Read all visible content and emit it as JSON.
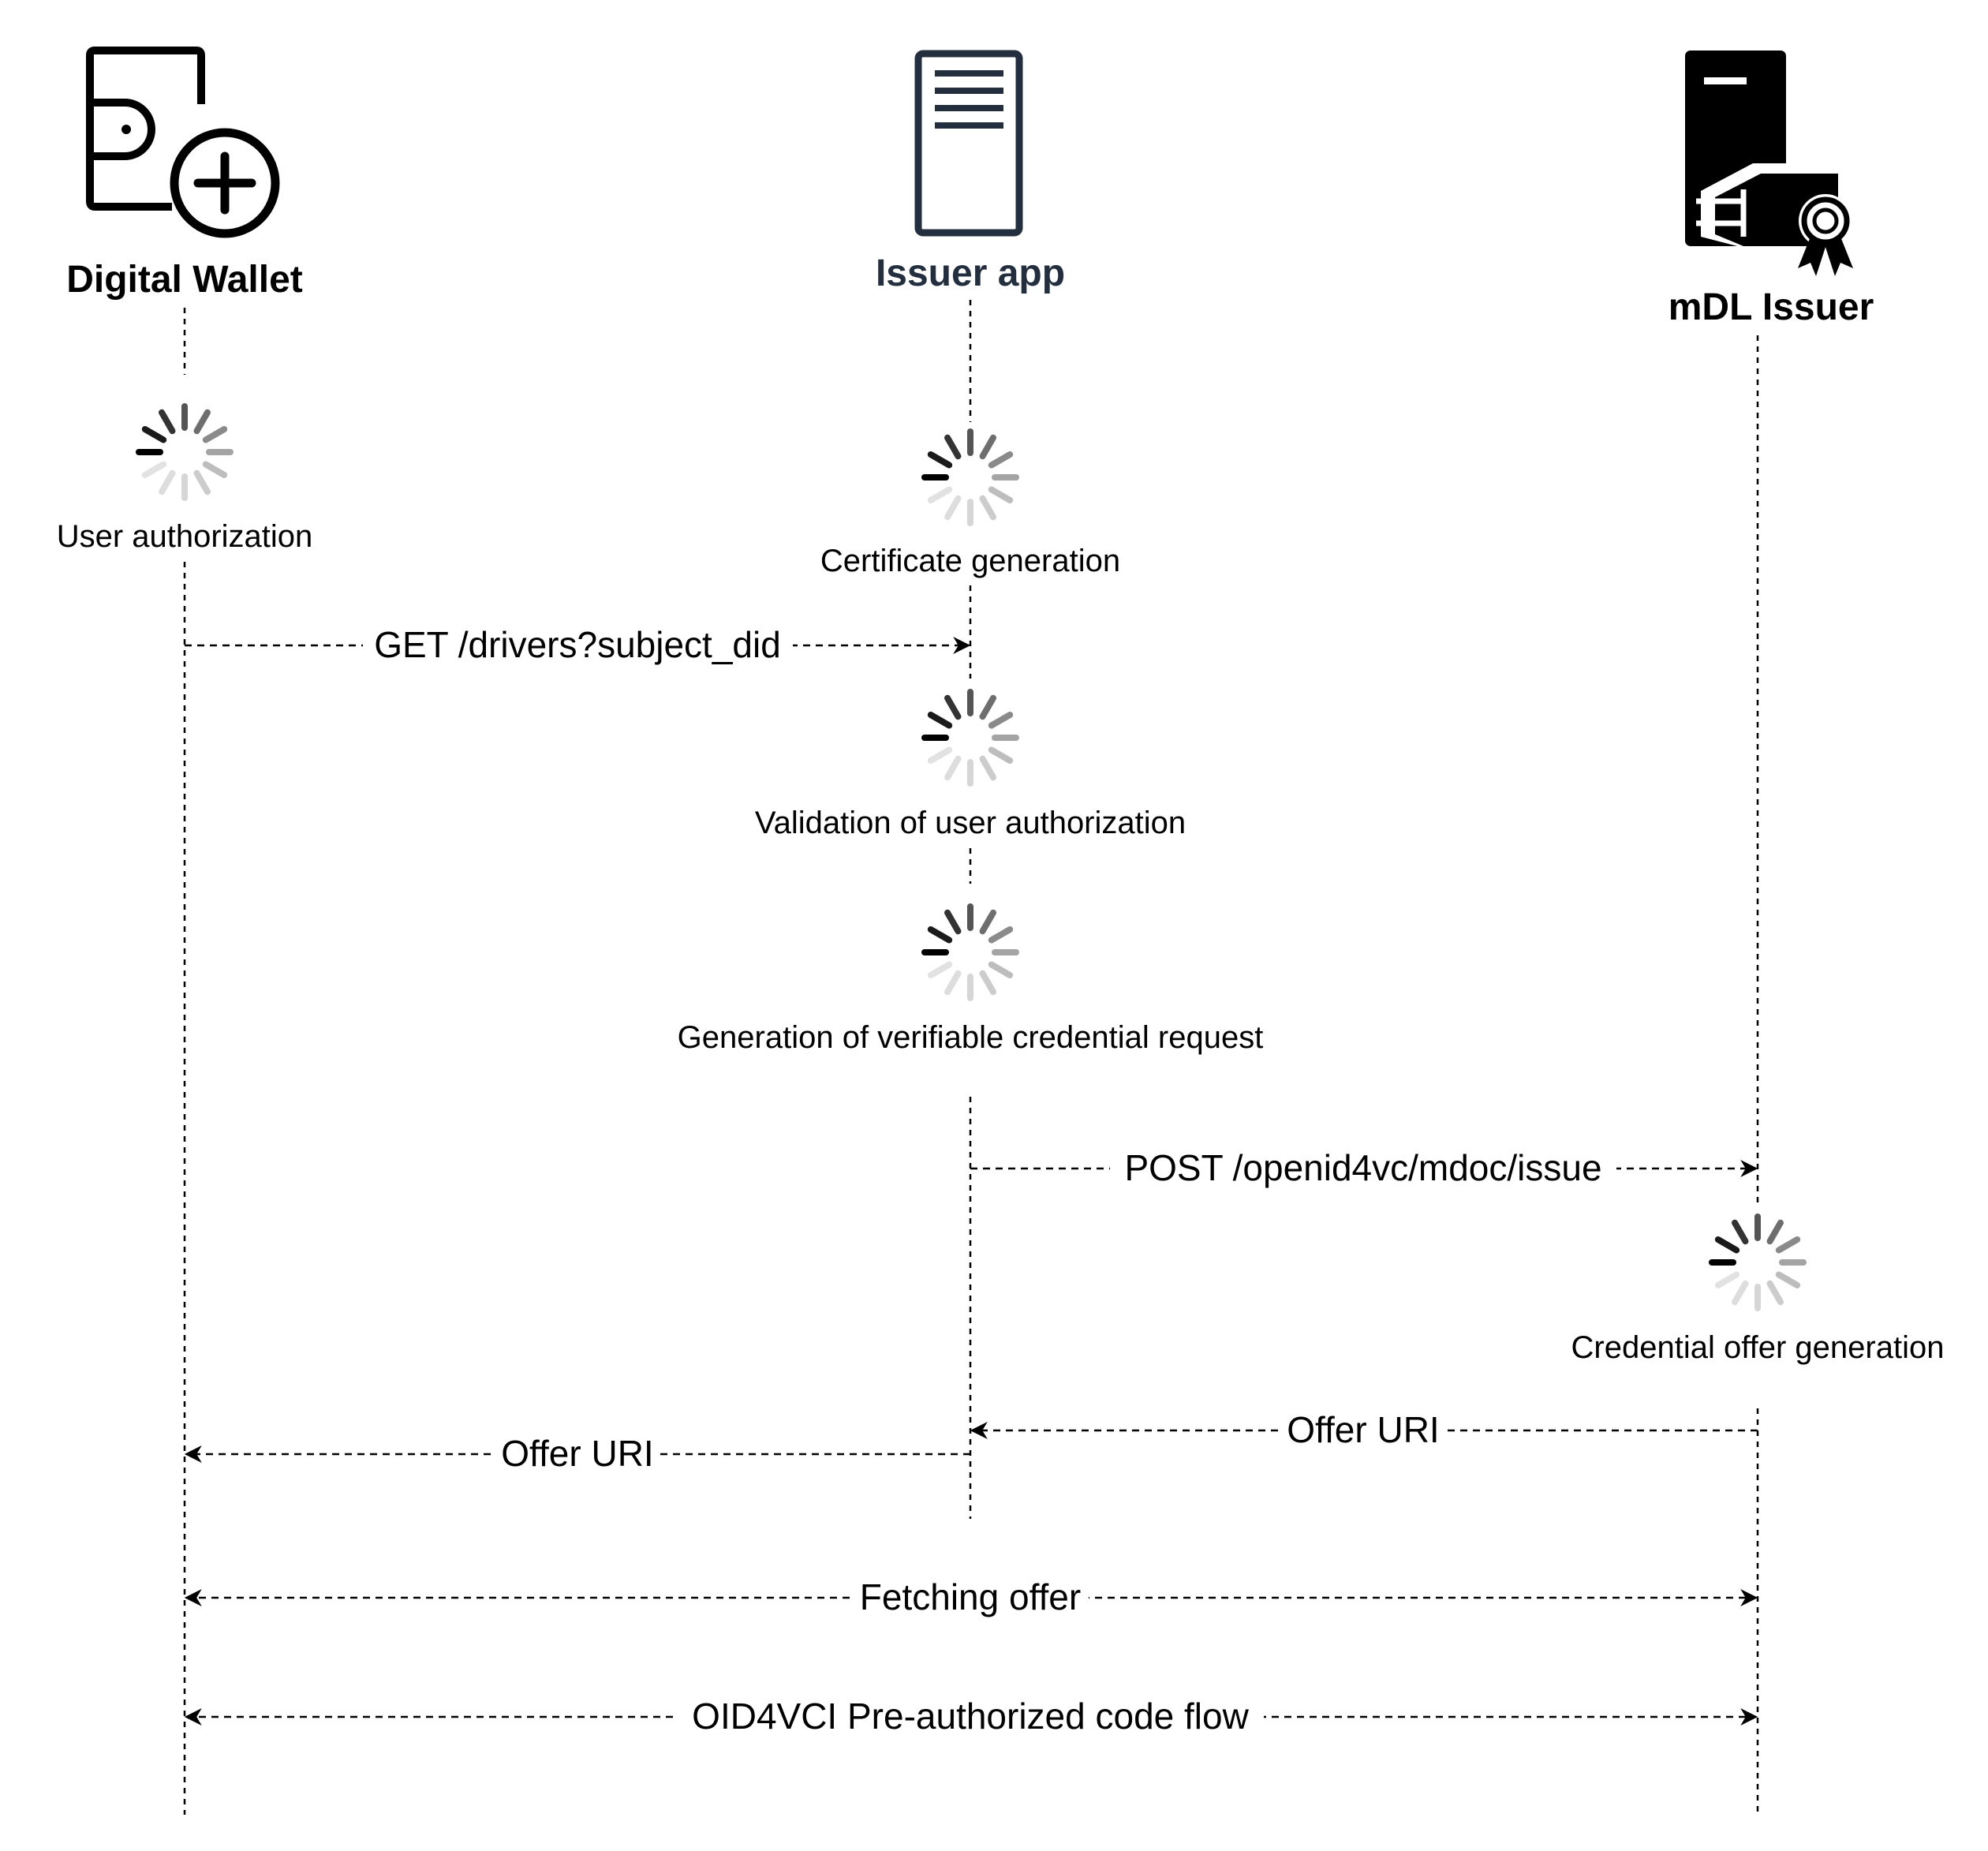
{
  "actors": [
    {
      "id": "wallet",
      "label": "Digital Wallet",
      "icon": "wallet-plus-icon",
      "color": "#000000"
    },
    {
      "id": "issuer_app",
      "label": "Issuer app",
      "icon": "server-document-icon",
      "color": "#232F3E"
    },
    {
      "id": "mdl_issuer",
      "label": "mDL Issuer",
      "icon": "server-certificate-icon",
      "color": "#000000"
    }
  ],
  "steps": [
    {
      "actor": "wallet",
      "label": "User authorization",
      "icon": "spinner-icon"
    },
    {
      "actor": "issuer_app",
      "label": "Certificate generation",
      "icon": "spinner-icon"
    },
    {
      "actor": "issuer_app",
      "label": "Validation of user authorization",
      "icon": "spinner-icon"
    },
    {
      "actor": "issuer_app",
      "label": "Generation of verifiable credential request",
      "icon": "spinner-icon"
    },
    {
      "actor": "mdl_issuer",
      "label": "Credential offer generation",
      "icon": "spinner-icon"
    }
  ],
  "messages": [
    {
      "from": "wallet",
      "to": "issuer_app",
      "label": "GET /drivers?subject_did",
      "direction": "forward"
    },
    {
      "from": "issuer_app",
      "to": "mdl_issuer",
      "label": "POST /openid4vc/mdoc/issue",
      "direction": "forward"
    },
    {
      "from": "mdl_issuer",
      "to": "issuer_app",
      "label": "Offer URI",
      "direction": "forward"
    },
    {
      "from": "issuer_app",
      "to": "wallet",
      "label": "Offer URI",
      "direction": "forward"
    },
    {
      "from": "wallet",
      "to": "mdl_issuer",
      "label": "Fetching offer",
      "direction": "both"
    },
    {
      "from": "wallet",
      "to": "mdl_issuer",
      "label": "OID4VCI Pre-authorized code flow",
      "direction": "both"
    }
  ]
}
